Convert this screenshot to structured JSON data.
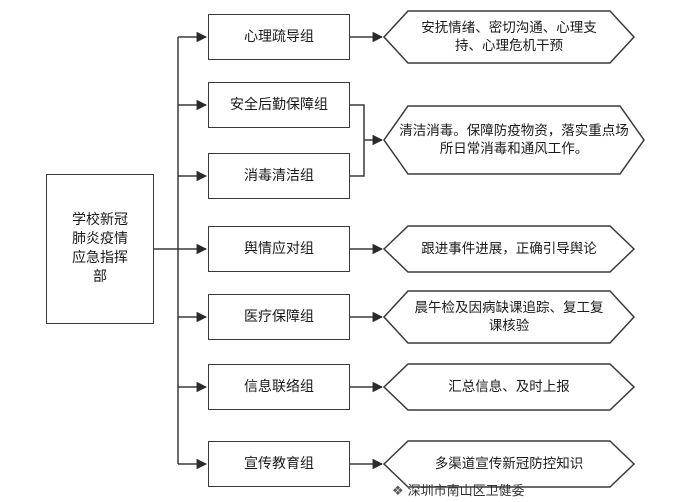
{
  "root": {
    "label": "学校新冠肺炎疫情应急指挥部"
  },
  "groups": [
    {
      "label": "心理疏导组"
    },
    {
      "label": "安全后勤保障组"
    },
    {
      "label": "消毒清洁组"
    },
    {
      "label": "舆情应对组"
    },
    {
      "label": "医疗保障组"
    },
    {
      "label": "信息联络组"
    },
    {
      "label": "宣传教育组"
    }
  ],
  "duties": [
    {
      "text": "安抚情绪、密切沟通、心理支持、心理危机干预"
    },
    {
      "text": "清洁消毒。保障防疫物资，落实重点场所日常消毒和通风工作。"
    },
    {
      "text": "跟进事件进展，正确引导舆论"
    },
    {
      "text": "晨午检及因病缺课追踪、复工复课核验"
    },
    {
      "text": "汇总信息、及时上报"
    },
    {
      "text": "多渠道宣传新冠防控知识"
    }
  ],
  "watermark": {
    "text": "深圳市南山区卫健委"
  },
  "colors": {
    "stroke": "#3a3a3a",
    "background": "#ffffff"
  }
}
